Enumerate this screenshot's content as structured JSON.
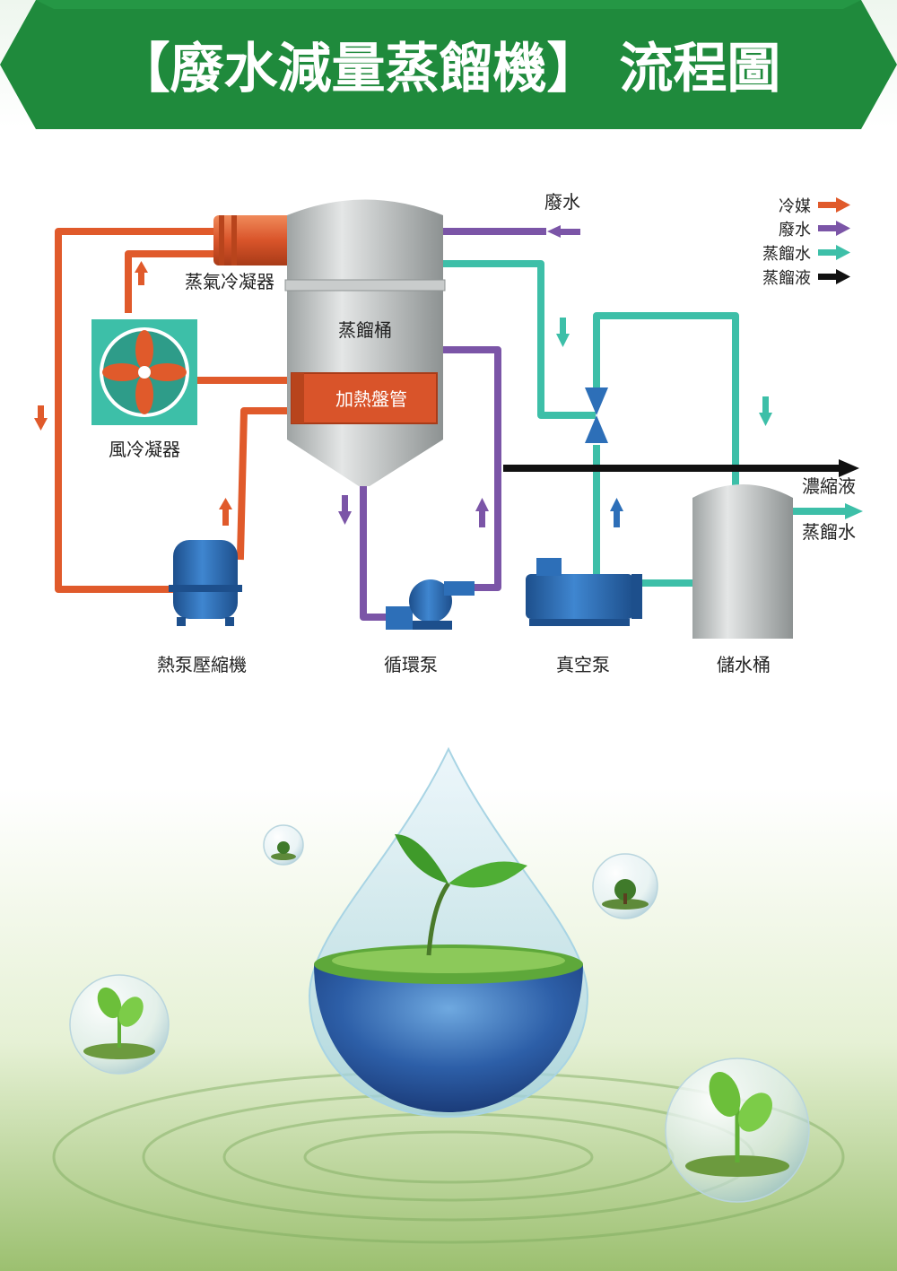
{
  "banner": {
    "title": "【廢水減量蒸餾機】 流程圖"
  },
  "legend": [
    {
      "label": "冷媒",
      "color": "#e05a2b"
    },
    {
      "label": "廢水",
      "color": "#7b55a7"
    },
    {
      "label": "蒸餾水",
      "color": "#3dbfa8"
    },
    {
      "label": "蒸餾液",
      "color": "#111111"
    }
  ],
  "labels": {
    "waste_water_in": "廢水",
    "steam_condenser": "蒸氣冷凝器",
    "distill_tank": "蒸餾桶",
    "heating_coil": "加熱盤管",
    "air_condenser": "風冷凝器",
    "compressor": "熱泵壓縮機",
    "circulation_pump": "循環泵",
    "vacuum_pump": "真空泵",
    "storage_tank": "儲水桶",
    "concentrate_out": "濃縮液",
    "distilled_out": "蒸餾水"
  },
  "colors": {
    "banner": "#1f8a3c",
    "refrigerant": "#e05a2b",
    "waste": "#7b55a7",
    "distilled": "#3dbfa8",
    "concentrate": "#111111",
    "tank": "#b8bcbc",
    "equipment_blue": "#2d6fb8"
  }
}
